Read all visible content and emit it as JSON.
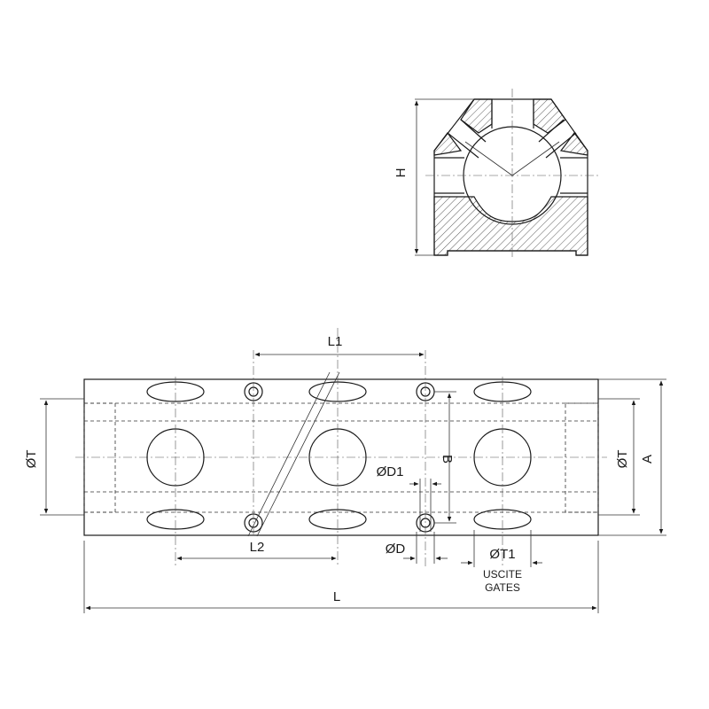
{
  "labels": {
    "H": "H",
    "L1": "L1",
    "L2": "L2",
    "L": "L",
    "A": "A",
    "B": "B",
    "T_left": "ØT",
    "T_right": "ØT",
    "D1": "ØD1",
    "D": "ØD",
    "T1": "ØT1",
    "uscite": "USCITE",
    "gates": "GATES"
  }
}
